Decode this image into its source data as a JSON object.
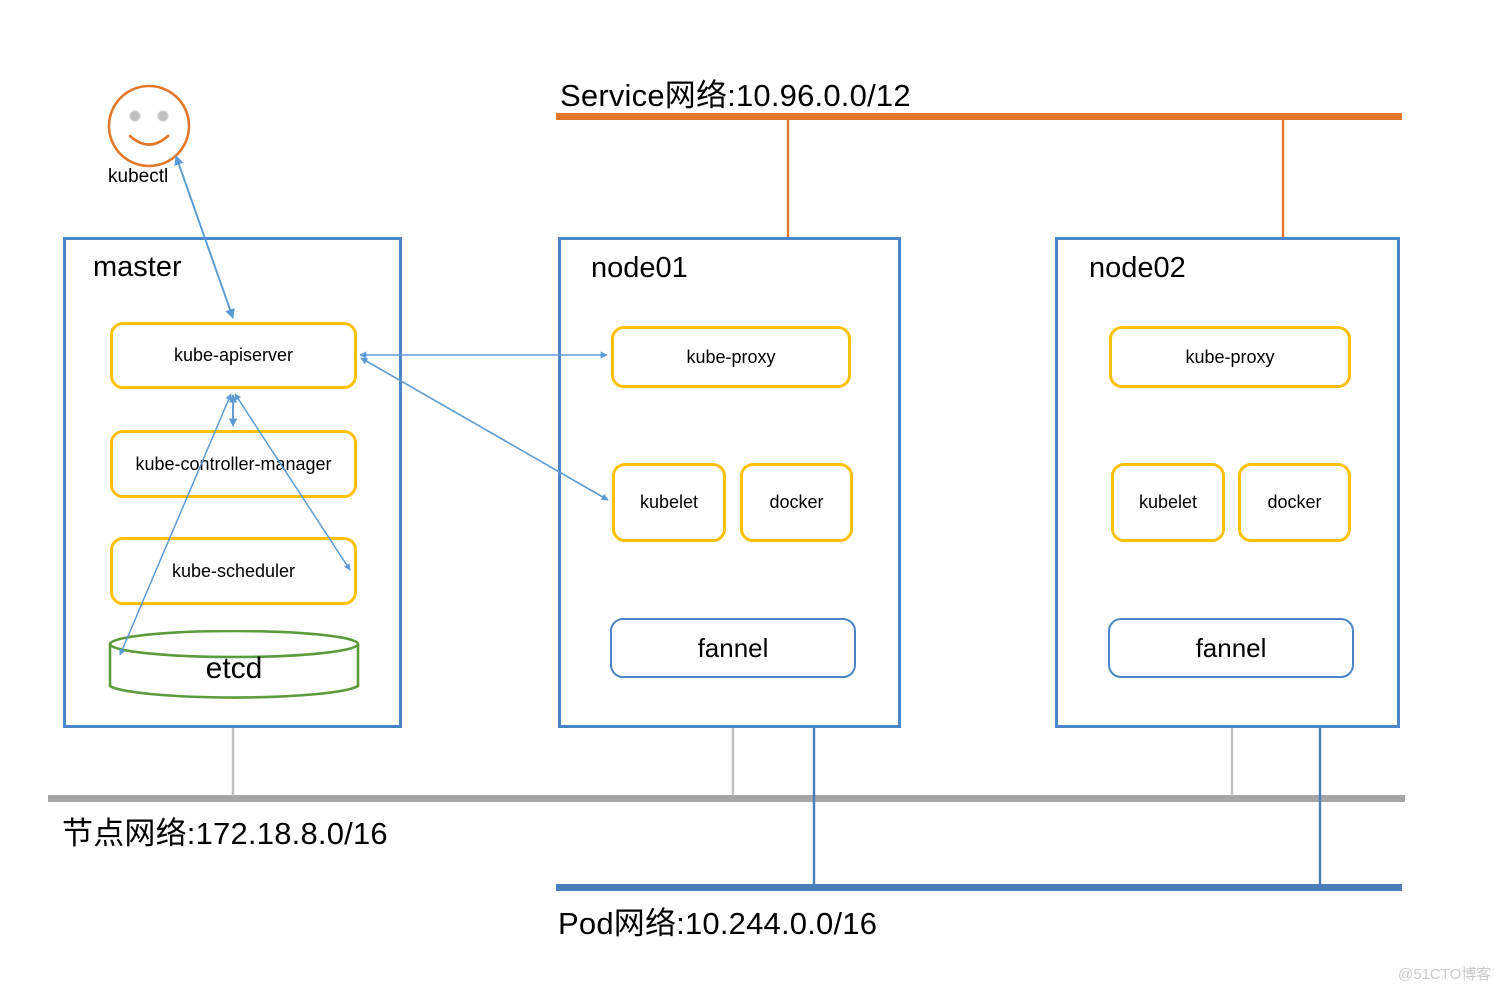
{
  "diagram": {
    "title_watermark": "@51CTO博客",
    "networks": {
      "service": {
        "label": "Service网络:10.96.0.0/12",
        "color": "#e3782c"
      },
      "node": {
        "label": "节点网络:172.18.8.0/16",
        "color": "#a6a6a6"
      },
      "pod": {
        "label": "Pod网络:10.244.0.0/16",
        "color": "#4a7ebb"
      }
    },
    "client": {
      "icon": "smiley-face-icon",
      "label": "kubectl",
      "color": "#e3782c",
      "eye_color": "#bfbfbf"
    },
    "hosts": [
      {
        "name": "master",
        "border_color": "#4a86c8",
        "components": [
          {
            "label": "kube-apiserver",
            "style": "yellow"
          },
          {
            "label": "kube-controller-manager",
            "style": "yellow"
          },
          {
            "label": "kube-scheduler",
            "style": "yellow"
          },
          {
            "label": "etcd",
            "style": "cylinder",
            "color": "#5c9a3c"
          }
        ]
      },
      {
        "name": "node01",
        "border_color": "#4a86c8",
        "components": [
          {
            "label": "kube-proxy",
            "style": "yellow"
          },
          {
            "label": "kubelet",
            "style": "yellow"
          },
          {
            "label": "docker",
            "style": "yellow"
          },
          {
            "label": "fannel",
            "style": "blue"
          }
        ]
      },
      {
        "name": "node02",
        "border_color": "#4a86c8",
        "components": [
          {
            "label": "kube-proxy",
            "style": "yellow"
          },
          {
            "label": "kubelet",
            "style": "yellow"
          },
          {
            "label": "docker",
            "style": "yellow"
          },
          {
            "label": "fannel",
            "style": "blue"
          }
        ]
      }
    ],
    "connections": [
      {
        "from": "kubectl",
        "to": "kube-apiserver",
        "arrows": "both",
        "color": "#5b9bd5"
      },
      {
        "from": "kube-apiserver",
        "to": "kube-controller-manager",
        "arrows": "both",
        "color": "#5b9bd5"
      },
      {
        "from": "kube-apiserver",
        "to": "kube-scheduler",
        "arrows": "both",
        "color": "#5b9bd5"
      },
      {
        "from": "kube-apiserver",
        "to": "etcd",
        "arrows": "both",
        "color": "#5b9bd5"
      },
      {
        "from": "kube-apiserver",
        "to": "node01-kube-proxy",
        "arrows": "both",
        "color": "#5b9bd5"
      },
      {
        "from": "kube-apiserver",
        "to": "node01-kubelet",
        "arrows": "both",
        "color": "#5b9bd5"
      },
      {
        "from": "service-network",
        "to": "node01-kube-proxy",
        "arrows": "none",
        "color": "#e3782c"
      },
      {
        "from": "service-network",
        "to": "node02-kube-proxy",
        "arrows": "none",
        "color": "#e3782c"
      },
      {
        "from": "master",
        "to": "node-network",
        "arrows": "none",
        "color": "#a6a6a6"
      },
      {
        "from": "node01",
        "to": "node-network",
        "arrows": "none",
        "color": "#a6a6a6"
      },
      {
        "from": "node02",
        "to": "node-network",
        "arrows": "none",
        "color": "#a6a6a6"
      },
      {
        "from": "node01-fannel",
        "to": "pod-network",
        "arrows": "none",
        "color": "#4a7ebb"
      },
      {
        "from": "node02-fannel",
        "to": "pod-network",
        "arrows": "none",
        "color": "#4a7ebb"
      }
    ]
  }
}
